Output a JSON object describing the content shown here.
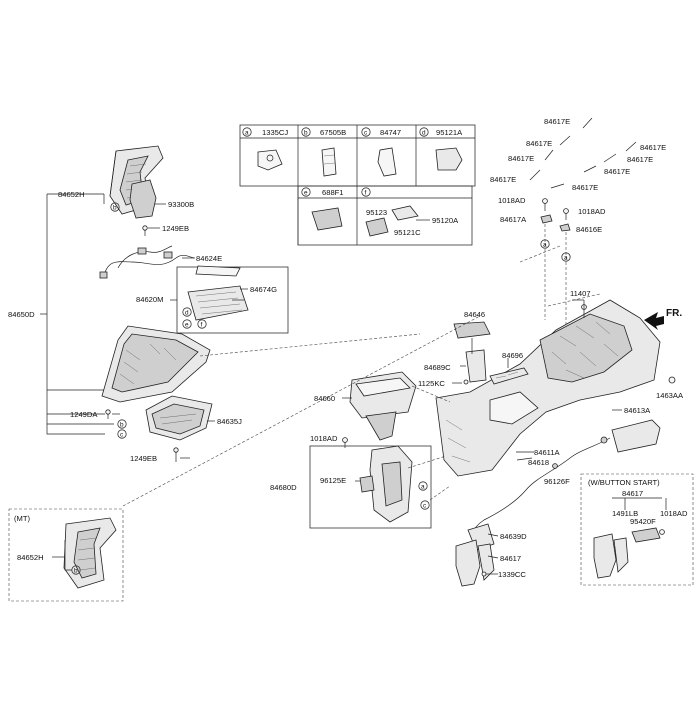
{
  "labels": {
    "l_84650D": "84650D",
    "l_84652H": "84652H",
    "l_93300B": "93300B",
    "l_1249EB_1": "1249EB",
    "l_84624E": "84624E",
    "l_84620M": "84620M",
    "l_84674G": "84674G",
    "l_1249DA": "1249DA",
    "l_84635J": "84635J",
    "l_1249EB_2": "1249EB",
    "l_mt": "(MT)",
    "l_84652H_mt": "84652H",
    "l_1335CJ": "1335CJ",
    "l_67505B": "67505B",
    "l_84747": "84747",
    "l_95121A": "95121A",
    "l_688F1": "688F1",
    "l_95123": "95123",
    "l_95120A": "95120A",
    "l_95121C": "95121C",
    "l_84617E_1": "84617E",
    "l_84617E_2": "84617E",
    "l_84617E_3": "84617E",
    "l_84617E_4": "84617E",
    "l_84617E_5": "84617E",
    "l_84617E_6": "84617E",
    "l_84617E_7": "84617E",
    "l_84617E_8": "84617E",
    "l_1018AD_1": "1018AD",
    "l_1018AD_2": "1018AD",
    "l_84617A": "84617A",
    "l_84616E": "84616E",
    "l_11407": "11407",
    "l_fr": "FR.",
    "l_84646": "84646",
    "l_84689C": "84689C",
    "l_84696": "84696",
    "l_1125KC": "1125KC",
    "l_84660": "84660",
    "l_1018AD_3": "1018AD",
    "l_1463AA": "1463AA",
    "l_84613A": "84613A",
    "l_84611A": "84611A",
    "l_84618": "84618",
    "l_84680D": "84680D",
    "l_96125E": "96125E",
    "l_96126F": "96126F",
    "l_84639D": "84639D",
    "l_84617_1": "84617",
    "l_1339CC": "1339CC",
    "l_wbs": "(W/BUTTON START)",
    "l_84617_2": "84617",
    "l_1491LB": "1491LB",
    "l_1018AD_4": "1018AD",
    "l_95420F": "95420F"
  },
  "callouts": {
    "a": "a",
    "b": "b",
    "c": "c",
    "d": "d",
    "e": "e",
    "f": "f"
  }
}
